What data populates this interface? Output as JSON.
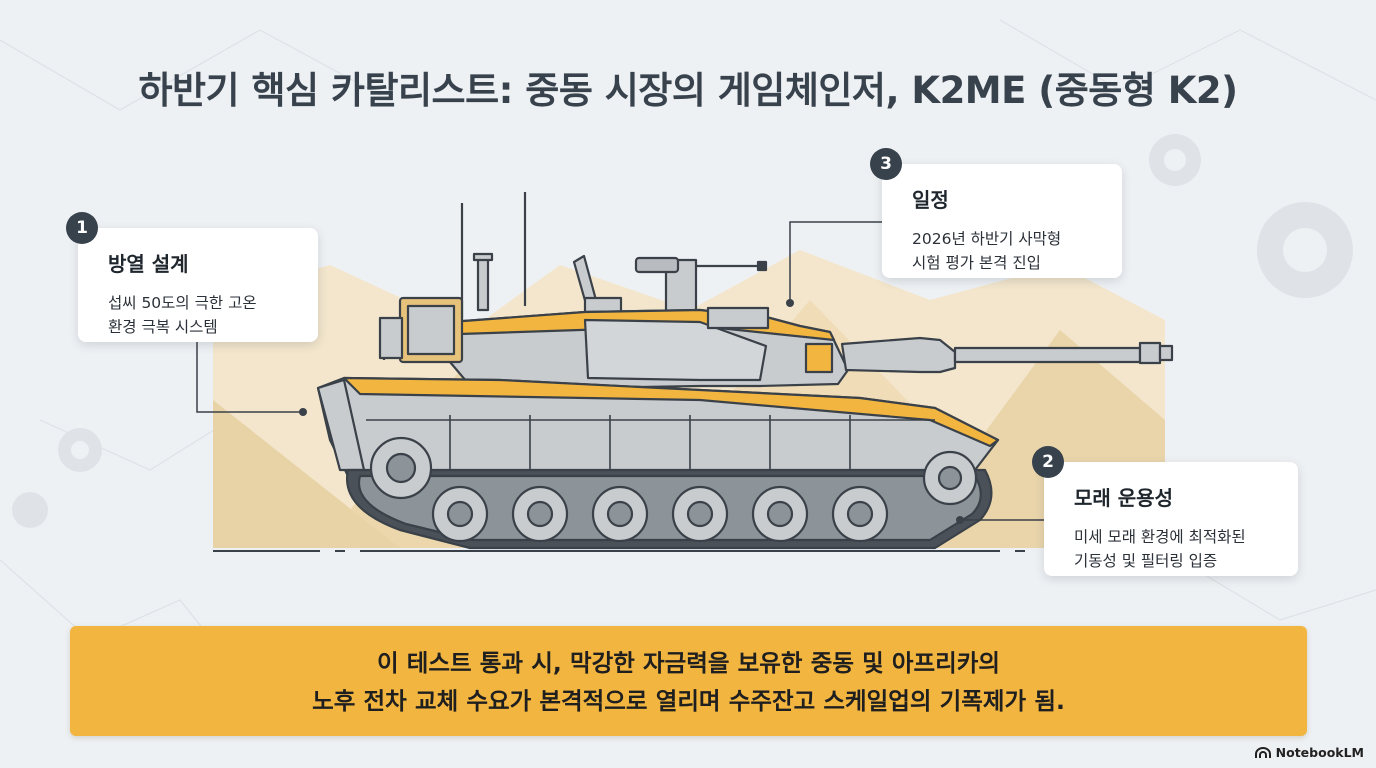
{
  "title": "하반기 핵심 카탈리스트: 중동 시장의 게임체인저, K2ME (중동형 K2)",
  "callouts": [
    {
      "number": "1",
      "heading": "방열 설계",
      "lines": [
        "섭씨 50도의 극한 고온",
        "환경 극복 시스템"
      ]
    },
    {
      "number": "3",
      "heading": "일정",
      "lines": [
        "2026년 하반기 사막형",
        "시험 평가 본격 진입"
      ]
    },
    {
      "number": "2",
      "heading": "모래 운용성",
      "lines": [
        "미세 모래 환경에 최적화된",
        "기동성 및 필터링 입증"
      ]
    }
  ],
  "banner": {
    "lines": [
      "이 테스트 통과 시, 막강한 자금력을 보유한 중동 및 아프리카의",
      "노후 전차 교체 수요가 본격적으로 열리며 수주잔고 스케일업의 기폭제가 됨."
    ]
  },
  "brand": {
    "name": "NotebookLM",
    "icon": "notebooklm-logo-icon"
  },
  "colors": {
    "accent": "#f2b640",
    "tank_body": "#c9cccf",
    "tank_outline": "#3a4149",
    "badge": "#37424d",
    "background": "#eef1f4"
  }
}
